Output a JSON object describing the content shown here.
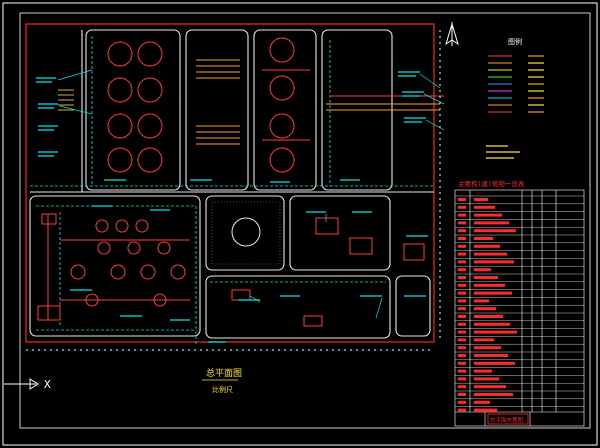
{
  "drawing": {
    "title": "总平面图",
    "scale_label": "比例尺",
    "axis_label": "X",
    "table_header": "主要构(建)筑物一览表",
    "title_block_text": "总平面布置图",
    "legend_heading": "图例"
  },
  "colors": {
    "background": "#000000",
    "frame": "#ffffff",
    "site_boundary": "#ff2222",
    "roads": "#e8e8e8",
    "annotations": "#00e5e5",
    "pipes_red": "#ff3b3b",
    "pipes_orange": "#ff9a2a",
    "pipes_yellow": "#ffe23a",
    "pipes_green": "#39ff39",
    "pipes_blue": "#3a8cff",
    "pipes_magenta": "#ff3aff",
    "table_text": "#ff2a2a"
  },
  "icons": {
    "north_arrow": "north-arrow-icon",
    "ucs": "ucs-axis-icon"
  }
}
